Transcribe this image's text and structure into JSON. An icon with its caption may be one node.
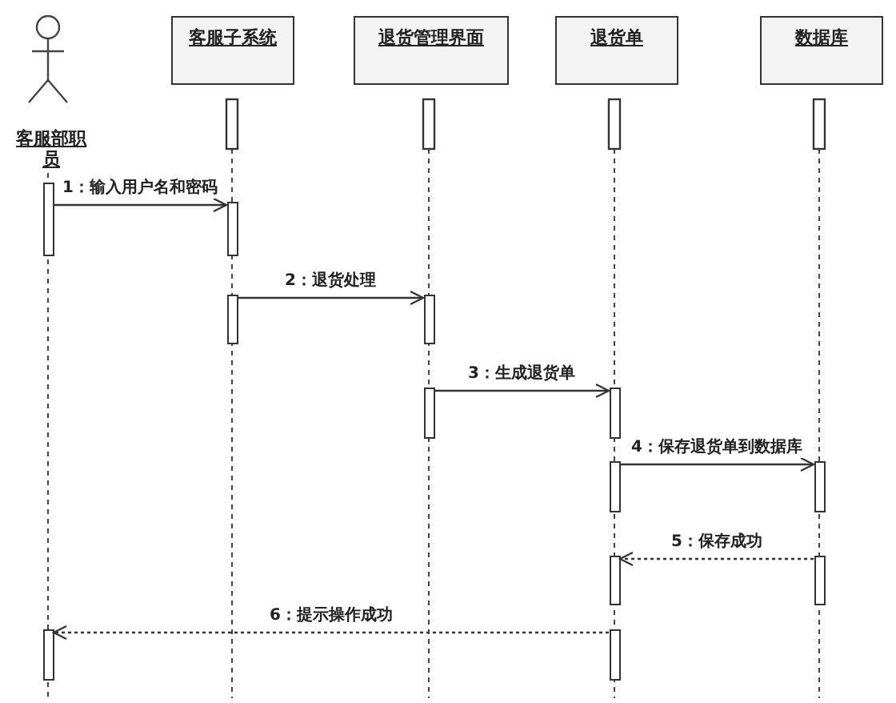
{
  "diagram": {
    "nodes": [
      {
        "text": [
          "客服部职员"
        ]
      },
      {
        "text": [
          "客服子系统"
        ]
      },
      {
        "text": [
          "退货管理界面"
        ]
      },
      {
        "text": [
          "退货单"
        ]
      },
      {
        "text": [
          "数据库"
        ]
      },
      {
        "text": [],
        "shape": "bar"
      },
      {
        "text": [],
        "shape": "bar"
      },
      {
        "text": [],
        "shape": "bar"
      },
      {
        "text": [],
        "shape": "bar"
      },
      {
        "text": [],
        "shape": "bar"
      },
      {
        "text": [],
        "shape": "bar"
      },
      {
        "text": [],
        "shape": "bar"
      },
      {
        "text": [],
        "shape": "bar"
      },
      {
        "text": [],
        "shape": "bar"
      },
      {
        "text": [],
        "shape": "bar"
      },
      {
        "text": [],
        "shape": "bar"
      },
      {
        "text": [],
        "shape": "bar"
      }
    ],
    "edges": [
      {
        "from": 5,
        "to": 6,
        "arrow": "to",
        "label": "1：输入用户名和密码"
      },
      {
        "from": 7,
        "to": 8,
        "arrow": "to",
        "label": "2：退货处理"
      },
      {
        "from": 9,
        "to": 10,
        "arrow": "to",
        "label": "3：生成退货单"
      },
      {
        "from": 11,
        "to": 12,
        "arrow": "to",
        "label": "4：保存退货单到数据库"
      },
      {
        "from": 14,
        "to": 13,
        "arrow": "to",
        "label": "5：保存成功",
        "style": "dashed"
      },
      {
        "from": 16,
        "to": 15,
        "arrow": "to",
        "label": "6：提示操作成功",
        "style": "dashed"
      }
    ]
  }
}
